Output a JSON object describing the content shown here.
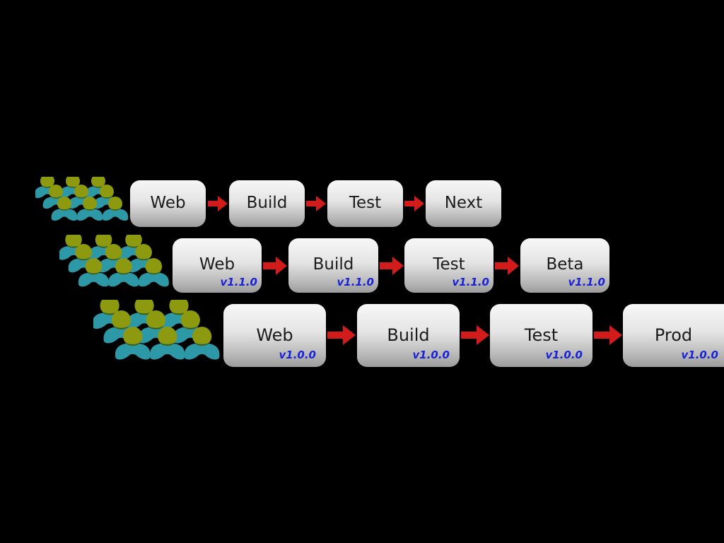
{
  "colors": {
    "background": "#000000",
    "arrow": "#d21c1c",
    "version_text": "#1a22d8",
    "person_body": "#2e99a6",
    "person_head": "#8d9a10"
  },
  "icons": {
    "team": "people-group-icon",
    "arrow": "right-arrow-icon"
  },
  "pipelines": [
    {
      "id": "next",
      "stages": [
        {
          "label": "Web"
        },
        {
          "label": "Build"
        },
        {
          "label": "Test"
        },
        {
          "label": "Next"
        }
      ]
    },
    {
      "id": "beta",
      "stages": [
        {
          "label": "Web",
          "version": "v1.1.0"
        },
        {
          "label": "Build",
          "version": "v1.1.0"
        },
        {
          "label": "Test",
          "version": "v1.1.0"
        },
        {
          "label": "Beta",
          "version": "v1.1.0"
        }
      ]
    },
    {
      "id": "prod",
      "stages": [
        {
          "label": "Web",
          "version": "v1.0.0"
        },
        {
          "label": "Build",
          "version": "v1.0.0"
        },
        {
          "label": "Test",
          "version": "v1.0.0"
        },
        {
          "label": "Prod",
          "version": "v1.0.0"
        }
      ]
    }
  ]
}
